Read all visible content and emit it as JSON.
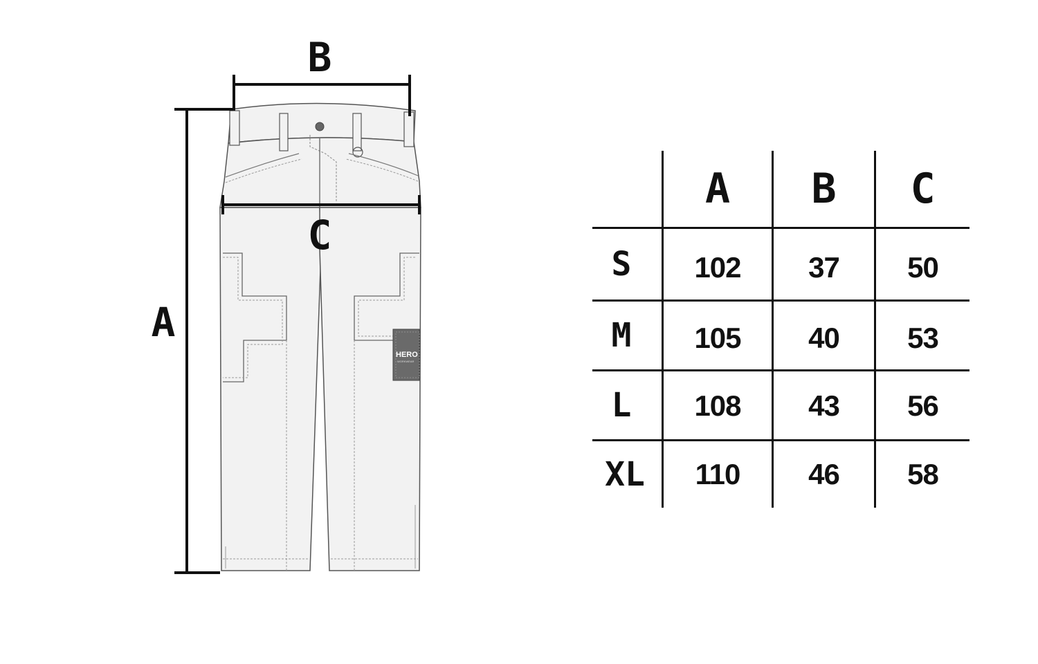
{
  "diagram": {
    "labels": {
      "a": "A",
      "b": "B",
      "c": "C"
    },
    "patch": {
      "brand": "HERO",
      "subtext": "WORKWEAR"
    },
    "colors": {
      "garment_fill": "#f2f2f2",
      "outline": "#555555",
      "stitch": "#9a9a9a",
      "dimension_line": "#111111",
      "patch": "#6a6a6a"
    }
  },
  "size_chart": {
    "headers": [
      "A",
      "B",
      "C"
    ],
    "rows": [
      {
        "size": "S",
        "a": "102",
        "b": "37",
        "c": "50"
      },
      {
        "size": "M",
        "a": "105",
        "b": "40",
        "c": "53"
      },
      {
        "size": "L",
        "a": "108",
        "b": "43",
        "c": "56"
      },
      {
        "size": "XL",
        "a": "110",
        "b": "46",
        "c": "58"
      }
    ]
  }
}
